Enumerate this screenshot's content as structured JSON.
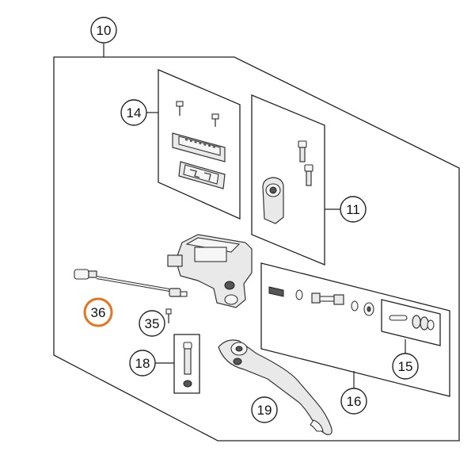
{
  "callouts": {
    "c10": "10",
    "c14": "14",
    "c11": "11",
    "c36": "36",
    "c35": "35",
    "c18": "18",
    "c16": "16",
    "c15": "15",
    "c19": "19"
  },
  "colors": {
    "highlight": "#e8731c",
    "line": "#222222",
    "part_fill": "#e9e9e9"
  },
  "highlighted_callout": "36"
}
